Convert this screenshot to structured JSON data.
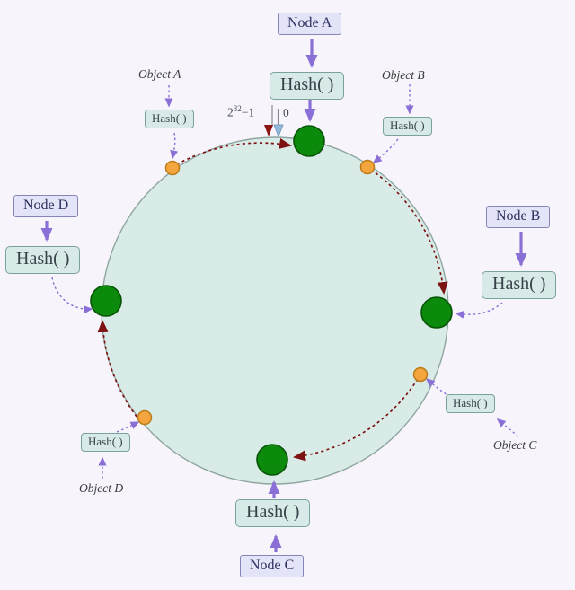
{
  "diagram": {
    "hash_label": "Hash( )",
    "nodes": [
      {
        "id": "A",
        "label": "Node A"
      },
      {
        "id": "B",
        "label": "Node B"
      },
      {
        "id": "C",
        "label": "Node C"
      },
      {
        "id": "D",
        "label": "Node D"
      }
    ],
    "objects": [
      {
        "id": "A",
        "label": "Object A"
      },
      {
        "id": "B",
        "label": "Object B"
      },
      {
        "id": "C",
        "label": "Object C"
      },
      {
        "id": "D",
        "label": "Object D"
      }
    ],
    "ring_scale": {
      "max_base": "2",
      "max_exp": "32",
      "max_suffix": "−1",
      "origin": "0"
    },
    "colors": {
      "background": "#f7f5fb",
      "ring_fill": "#d9ebe7",
      "ring_stroke": "#8fa5a0",
      "node_fill": "#0b8a0b",
      "node_stroke": "#075407",
      "object_fill": "#f4a53e",
      "object_stroke": "#bd7c1a",
      "arrow_purple": "#8a70d6",
      "arrow_red": "#7e1111",
      "origin_marker_blue": "#90b8dc",
      "node_box_fill": "#e4e4f8",
      "hash_box_fill": "#d8eae7"
    }
  }
}
